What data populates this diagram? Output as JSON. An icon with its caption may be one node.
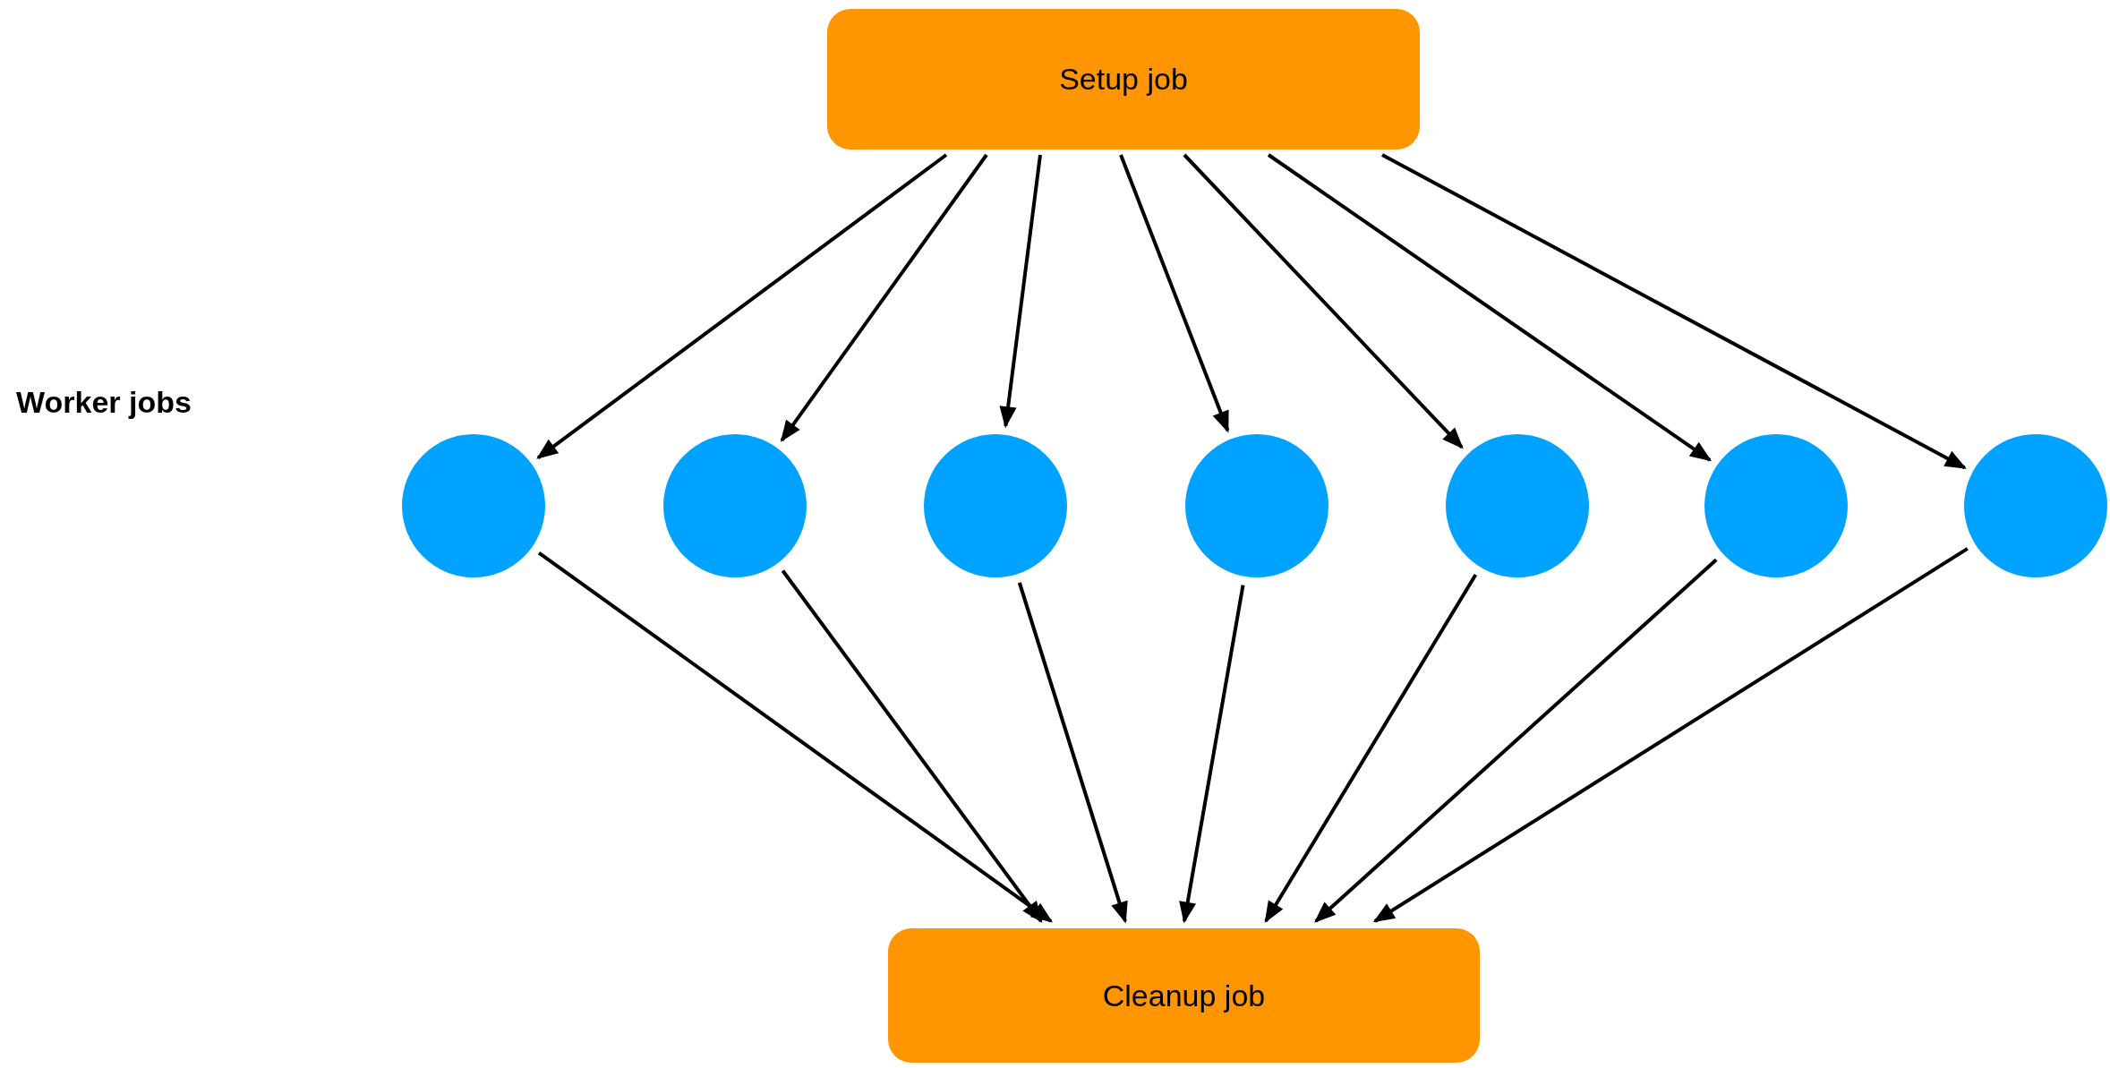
{
  "diagram": {
    "nodes": [
      {
        "text": [
          "Setup job"
        ]
      },
      {
        "text": [],
        "shape": "circle"
      },
      {
        "text": [],
        "shape": "circle"
      },
      {
        "text": [],
        "shape": "circle"
      },
      {
        "text": [],
        "shape": "circle"
      },
      {
        "text": [],
        "shape": "circle"
      },
      {
        "text": [],
        "shape": "circle"
      },
      {
        "text": [],
        "shape": "circle"
      },
      {
        "text": [
          "Cleanup job"
        ]
      }
    ],
    "edges": [
      {
        "from": 0,
        "to": 1,
        "arrow": "to"
      },
      {
        "from": 0,
        "to": 2,
        "arrow": "to"
      },
      {
        "from": 0,
        "to": 3,
        "arrow": "to"
      },
      {
        "from": 0,
        "to": 4,
        "arrow": "to"
      },
      {
        "from": 0,
        "to": 5,
        "arrow": "to"
      },
      {
        "from": 0,
        "to": 6,
        "arrow": "to"
      },
      {
        "from": 0,
        "to": 7,
        "arrow": "to"
      },
      {
        "from": 1,
        "to": 8,
        "arrow": "to"
      },
      {
        "from": 2,
        "to": 8,
        "arrow": "to"
      },
      {
        "from": 3,
        "to": 8,
        "arrow": "to"
      },
      {
        "from": 4,
        "to": 8,
        "arrow": "to"
      },
      {
        "from": 5,
        "to": 8,
        "arrow": "to"
      },
      {
        "from": 6,
        "to": 8,
        "arrow": "to"
      },
      {
        "from": 7,
        "to": 8,
        "arrow": "to"
      }
    ],
    "labels": [
      "Worker jobs"
    ]
  }
}
